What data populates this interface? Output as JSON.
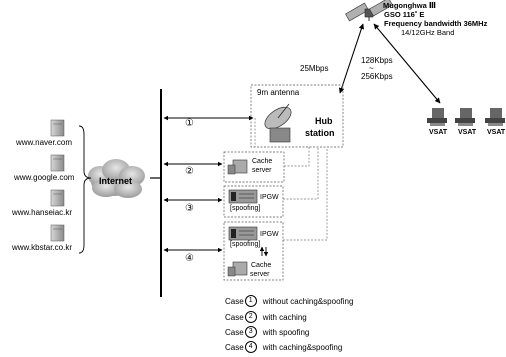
{
  "satellite": {
    "name": "Mugonghwa Ⅲ",
    "orbit": "GSO  116˚ E",
    "bandwidth": "Frequency bandwidth 36MHz",
    "band": "14/12GHz Band"
  },
  "links": {
    "uplink_rate": "25Mbps",
    "downlink_rate_low": "128Kbps",
    "downlink_rate_sep": "~",
    "downlink_rate_high": "256Kbps"
  },
  "hub": {
    "antenna_label": "9m antenna",
    "hub_label": "Hub",
    "station_label": "station"
  },
  "internet_label": "Internet",
  "sites": [
    "www.naver.com",
    "www.google.com",
    "www.hanseiac.kr",
    "www.kbstar.co.kr"
  ],
  "devices": {
    "cache_server_1": "Cache",
    "cache_server_2": "server",
    "ipgw_1": "IPGW",
    "ipgw_2": "[spoofing]",
    "ipgw_cache_top_1": "IPGW",
    "ipgw_cache_top_2": "[spoofing]",
    "ipgw_cache_bot_1": "Cache",
    "ipgw_cache_bot_2": "server"
  },
  "case_markers": [
    "①",
    "②",
    "③",
    "④"
  ],
  "vsat_label": "VSAT",
  "legend": {
    "prefix": "Case",
    "items": [
      {
        "num": "1",
        "text": "without caching&spoofing"
      },
      {
        "num": "2",
        "text": "with caching"
      },
      {
        "num": "3",
        "text": "with spoofing"
      },
      {
        "num": "4",
        "text": "with caching&spoofing"
      }
    ]
  }
}
